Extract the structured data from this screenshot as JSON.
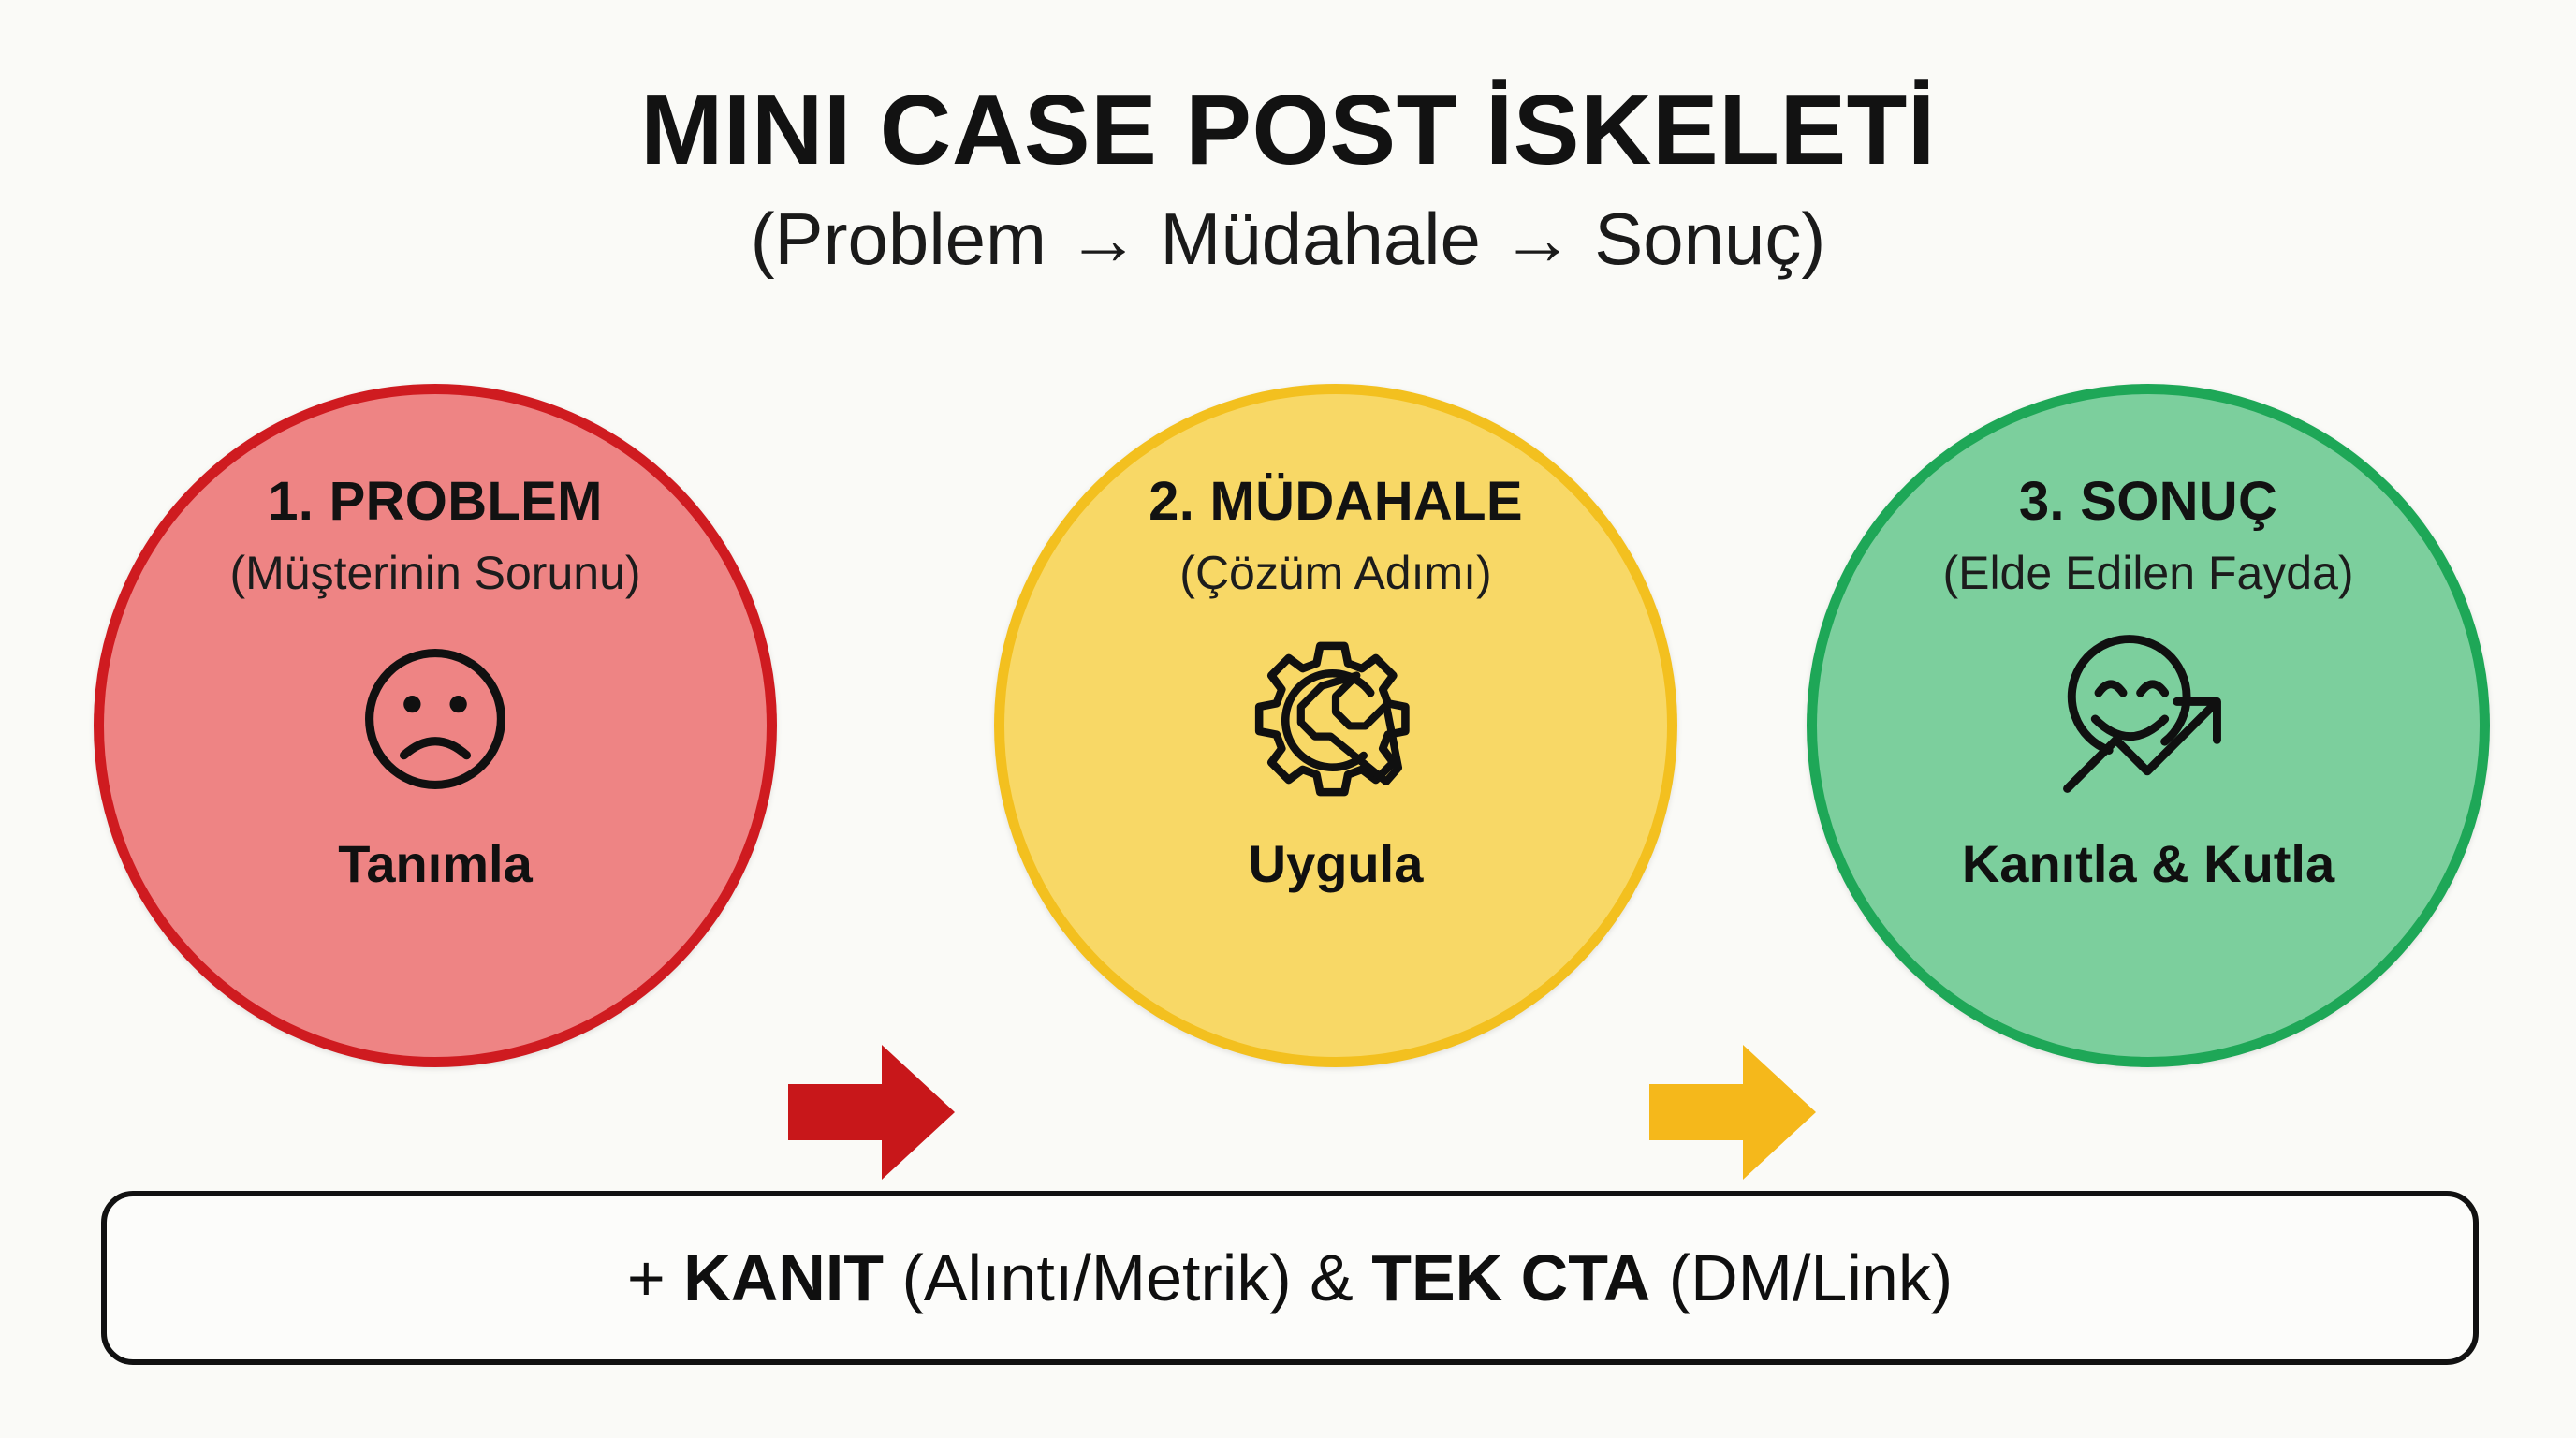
{
  "header": {
    "title": "MINI CASE POST İSKELETİ",
    "subtitle": "(Problem → Müdahale → Sonuç)"
  },
  "colors": {
    "background": "#fafaf7",
    "step1_fill": "#ee8484",
    "step1_border": "#cf1b20",
    "step2_fill": "#f8d866",
    "step2_border": "#f3c01f",
    "step3_fill": "#7ccf9d",
    "step3_border": "#1ea757",
    "arrow1": "#c8171a",
    "arrow2": "#f5b81b",
    "text": "#121212",
    "banner_border": "#111111"
  },
  "steps": [
    {
      "title": "1. PROBLEM",
      "subtitle": "(Müşterinin Sorunu)",
      "icon": "sad-face-icon",
      "action": "Tanımla"
    },
    {
      "title": "2. MÜDAHALE",
      "subtitle": "(Çözüm Adımı)",
      "icon": "gear-wrench-icon",
      "action": "Uygula"
    },
    {
      "title": "3. SONUÇ",
      "subtitle": "(Elde Edilen Fayda)",
      "icon": "smiley-growth-arrow-icon",
      "action": "Kanıtla & Kutla"
    }
  ],
  "connectors": [
    {
      "name": "arrow-step1-to-step2",
      "icon": "right-arrow-icon",
      "color": "#c8171a"
    },
    {
      "name": "arrow-step2-to-step3",
      "icon": "right-arrow-icon",
      "color": "#f5b81b"
    }
  ],
  "banner": {
    "plus": "+ ",
    "bold1": "KANIT",
    "mid1": " (Alıntı/Metrik) & ",
    "bold2": "TEK CTA",
    "mid2": " (DM/Link)",
    "full_text": "+ KANIT (Alıntı/Metrik) & TEK CTA (DM/Link)"
  }
}
